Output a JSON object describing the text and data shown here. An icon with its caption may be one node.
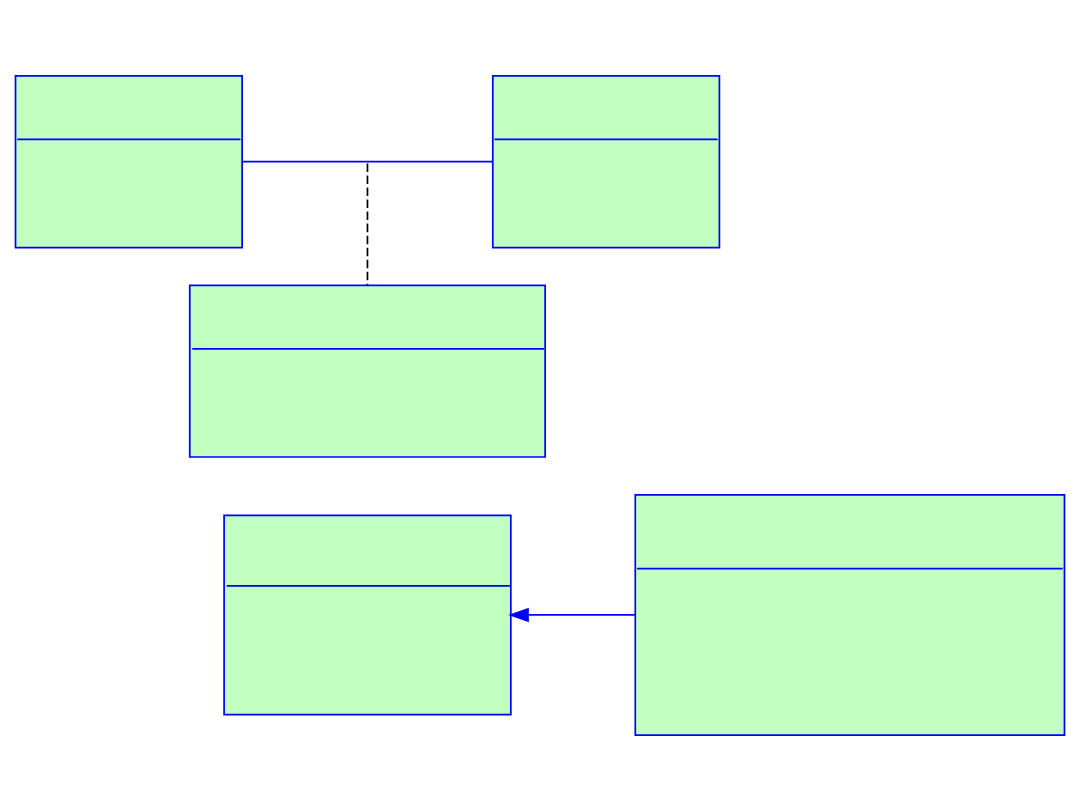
{
  "diagram": {
    "nodes": [
      {
        "text": [],
        "shape": "box"
      },
      {
        "text": [],
        "shape": "box"
      },
      {
        "text": [],
        "shape": "box"
      },
      {
        "text": [],
        "shape": "box"
      },
      {
        "text": [],
        "shape": "box"
      }
    ],
    "edges": [
      {
        "from": 0,
        "to": 1,
        "arrow": "none"
      },
      {
        "from": null,
        "to": 2,
        "arrow": "none",
        "style": "dashed",
        "color": "#000000"
      },
      {
        "from": 4,
        "to": 3,
        "arrow": "to"
      }
    ]
  }
}
